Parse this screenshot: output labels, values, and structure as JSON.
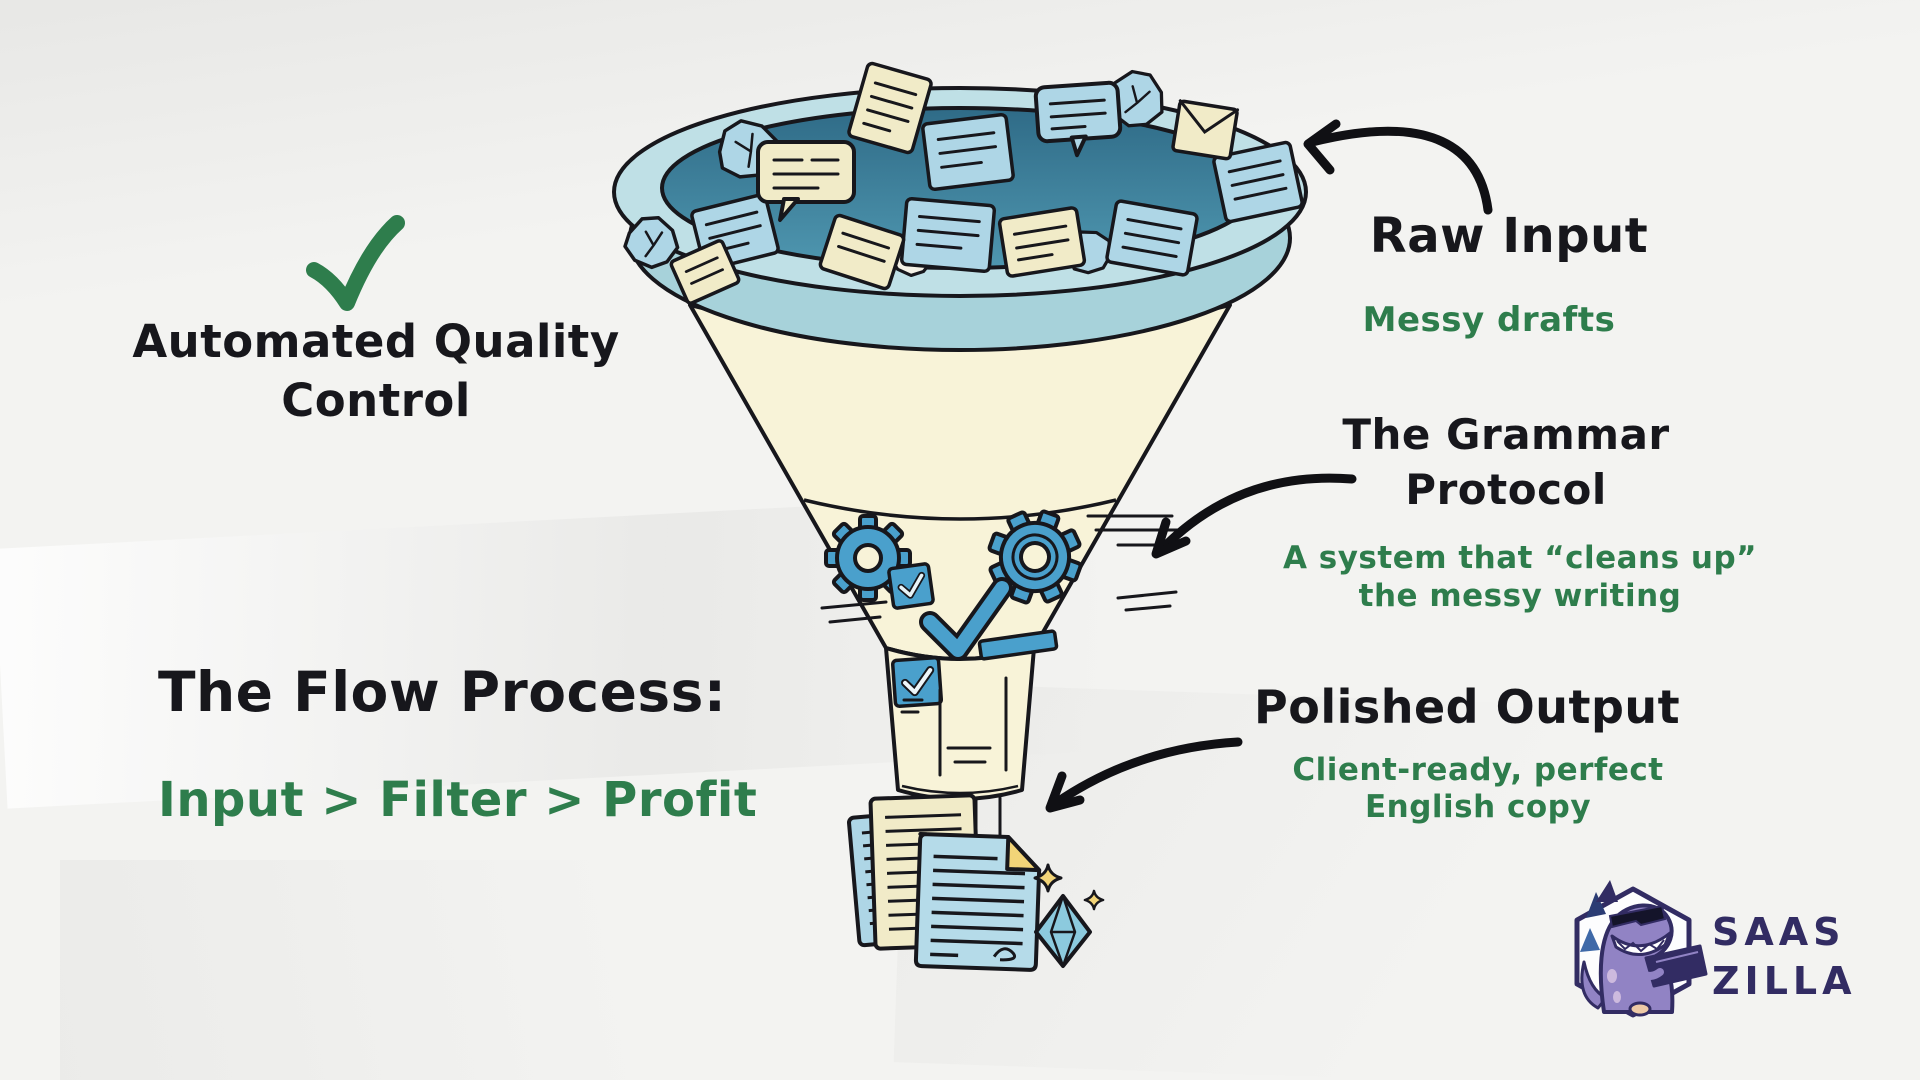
{
  "annotations": {
    "quality": {
      "lines": [
        "Automated Quality",
        "Control"
      ]
    },
    "flow": {
      "title": "The Flow Process:",
      "formula": "Input > Filter > Profit"
    },
    "raw_input": {
      "title": "Raw Input",
      "subtitle": "Messy drafts"
    },
    "grammar": {
      "title_lines": [
        "The Grammar",
        "Protocol"
      ],
      "subtitle_lines": [
        "A system that “cleans up”",
        "the messy writing"
      ]
    },
    "polished": {
      "title": "Polished Output",
      "subtitle_lines": [
        "Client-ready, perfect",
        "English copy"
      ]
    }
  },
  "logo": {
    "line1": "SAAS",
    "line2": "ZILLA"
  },
  "icons": {
    "quality-check-icon": "✓",
    "gear-icon": "⚙",
    "checkbox-check-icon": "✓",
    "diamond-icon": "◆",
    "sparkle-icon": "✦"
  },
  "colors": {
    "background": "#f3f3f1",
    "ink": "#17171c",
    "accent_green": "#2e7d4c",
    "funnel_cream": "#f8f3d8",
    "funnel_rim": "#a7d2da",
    "funnel_rim_light": "#bfe0e6",
    "funnel_interior": "#39788f",
    "item_blue": "#aed6e6",
    "item_cream": "#f1ebc8",
    "gear_blue": "#4aa0cc",
    "doc_blue": "#b5dbe9",
    "fold_yellow": "#f2d478",
    "diamond_blue": "#8ccade",
    "logo_navy": "#322c63",
    "dino_purple": "#9183c4"
  }
}
